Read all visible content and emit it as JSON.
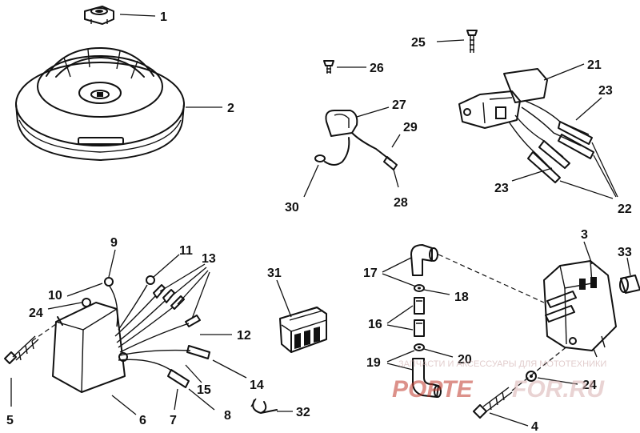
{
  "labels": {
    "l1": "1",
    "l2": "2",
    "l3": "3",
    "l4": "4",
    "l5": "5",
    "l6": "6",
    "l7": "7",
    "l8": "8",
    "l9": "9",
    "l10": "10",
    "l11": "11",
    "l12": "12",
    "l13": "13",
    "l14": "14",
    "l15": "15",
    "l16": "16",
    "l17": "17",
    "l18": "18",
    "l19": "19",
    "l20": "20",
    "l21": "21",
    "l22": "22",
    "l23a": "23",
    "l23b": "23",
    "l24a": "24",
    "l24b": "24",
    "l25": "25",
    "l26": "26",
    "l27": "27",
    "l28": "28",
    "l29": "29",
    "l30": "30",
    "l31": "31",
    "l32": "32",
    "l33": "33"
  },
  "watermark": {
    "caption": "ЗАПЧАСТИ И АКСЕССУАРЫ ДЛЯ МОТОТЕХНИКИ",
    "brand_left": "РОРТЕ",
    "brand_right": "FOR.RU",
    "brand_color": "#c0392b"
  }
}
